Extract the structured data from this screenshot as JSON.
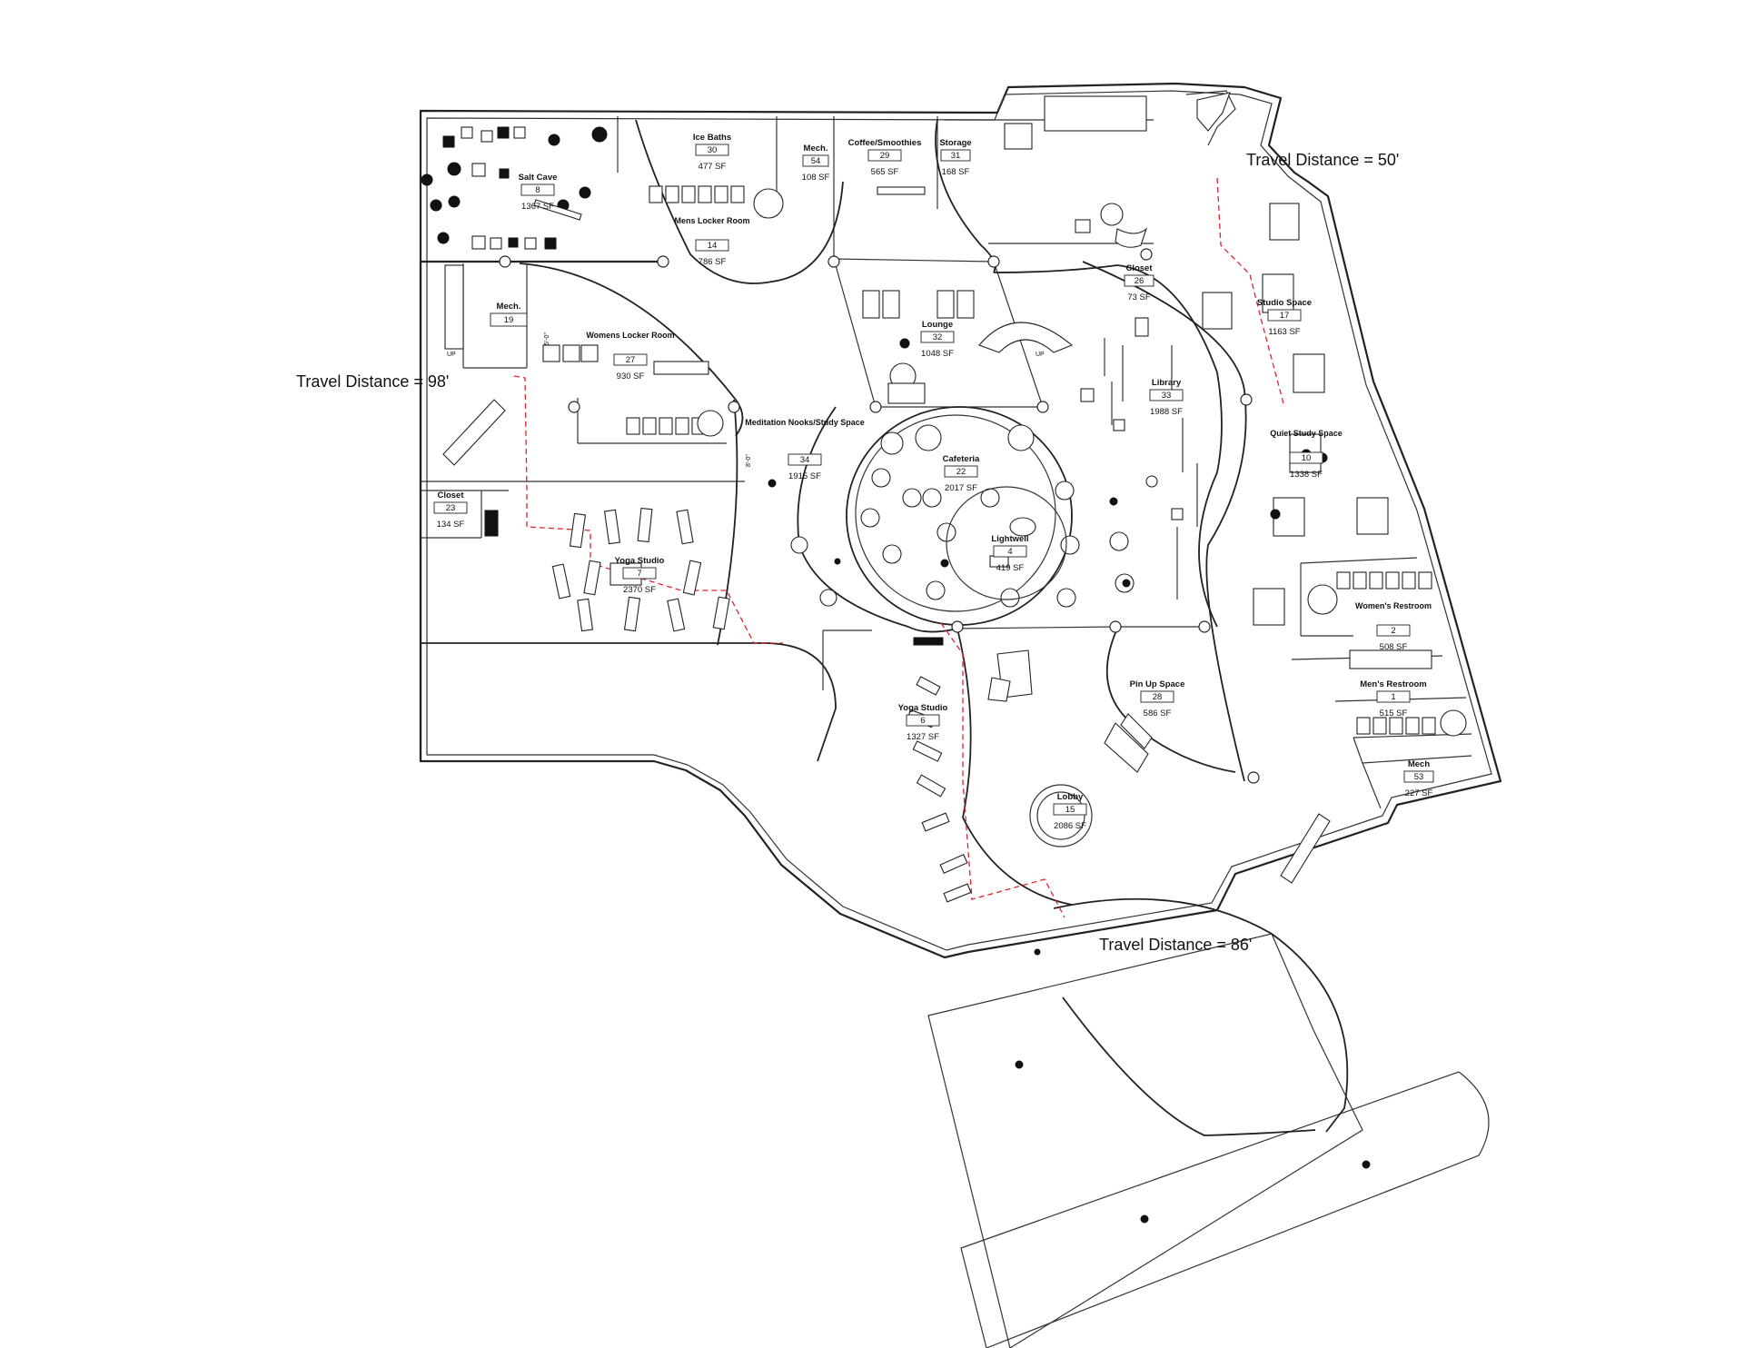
{
  "rooms": {
    "ice_baths": {
      "name": "Ice Baths",
      "number": "30",
      "area": "477 SF"
    },
    "mech_54": {
      "name": "Mech.",
      "number": "54",
      "area": "108 SF"
    },
    "coffee": {
      "name": "Coffee/Smoothies",
      "number": "29",
      "area": "565 SF"
    },
    "storage": {
      "name": "Storage",
      "number": "31",
      "area": "168 SF"
    },
    "salt_cave": {
      "name": "Salt Cave",
      "number": "8",
      "area": "1367 SF"
    },
    "mens_locker": {
      "name": "Mens Locker Room",
      "number": "14",
      "area": "786 SF"
    },
    "mech_19": {
      "name": "Mech.",
      "number": "19",
      "area": ""
    },
    "womens_locker": {
      "name": "Womens Locker Room",
      "number": "27",
      "area": "930 SF"
    },
    "lounge": {
      "name": "Lounge",
      "number": "32",
      "area": "1048 SF"
    },
    "closet_26": {
      "name": "Closet",
      "number": "26",
      "area": "73 SF"
    },
    "studio_space": {
      "name": "Studio Space",
      "number": "17",
      "area": "1163 SF"
    },
    "library": {
      "name": "Library",
      "number": "33",
      "area": "1988 SF"
    },
    "meditation": {
      "name": "Meditation Nooks/Study Space",
      "number": "34",
      "area": "1915 SF"
    },
    "quiet_study": {
      "name": "Quiet Study Space",
      "number": "10",
      "area": "1338 SF"
    },
    "cafeteria": {
      "name": "Cafeteria",
      "number": "22",
      "area": "2017 SF"
    },
    "lightwell": {
      "name": "Lightwell",
      "number": "4",
      "area": "419 SF"
    },
    "closet_23": {
      "name": "Closet",
      "number": "23",
      "area": "134 SF"
    },
    "yoga_7": {
      "name": "Yoga Studio",
      "number": "7",
      "area": "2370 SF"
    },
    "womens_restroom": {
      "name": "Women's Restroom",
      "number": "2",
      "area": "508 SF"
    },
    "mens_restroom": {
      "name": "Men's Restroom",
      "number": "1",
      "area": "515 SF"
    },
    "yoga_6": {
      "name": "Yoga Studio",
      "number": "6",
      "area": "1327 SF"
    },
    "pin_up": {
      "name": "Pin Up Space",
      "number": "28",
      "area": "586 SF"
    },
    "mech_53": {
      "name": "Mech",
      "number": "53",
      "area": "227 SF"
    },
    "lobby": {
      "name": "Lobby",
      "number": "15",
      "area": "2086 SF"
    }
  },
  "annotations": {
    "travel_50": "Travel Distance = 50'",
    "travel_98": "Travel Distance = 98'",
    "travel_86": "Travel Distance = 86'",
    "dim_note": "8'-0\"",
    "dim_note_2": "5'-0\"",
    "up_1": "UP",
    "up_2": "UP"
  },
  "colors": {
    "walls": "#222222",
    "egress_route": "#e0242a",
    "background": "#ffffff"
  }
}
